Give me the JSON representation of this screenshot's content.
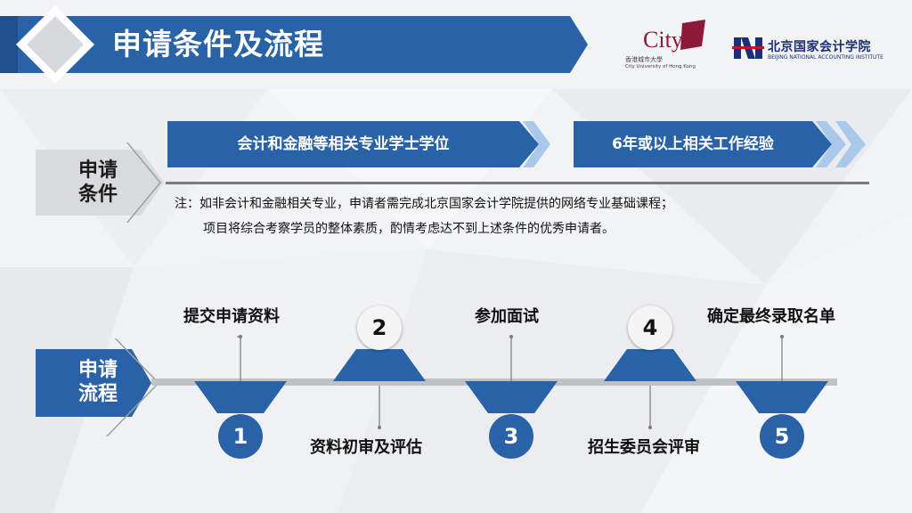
{
  "title": "申请条件及流程",
  "logos": {
    "cityu_wordmark": "CityU",
    "cityu_cn": "香港城市大學",
    "cityu_en": "City University of Hong Kong",
    "bnai_cn": "北京国家会计学院",
    "bnai_en": "BEIJING NATIONAL ACCOUNTING INSTITUTE"
  },
  "conditions": {
    "label_line1": "申请",
    "label_line2": "条件",
    "items": [
      "会计和金融等相关专业学士学位",
      "6年或以上相关工作经验"
    ],
    "note_line1": "注：如非会计和金融相关专业，申请者需完成北京国家会计学院提供的网络专业基础课程；",
    "note_line2": "项目将综合考察学员的整体素质，酌情考虑达不到上述条件的优秀申请者。"
  },
  "process": {
    "label_line1": "申请",
    "label_line2": "流程",
    "steps": [
      {
        "num": "1",
        "label": "提交申请资料"
      },
      {
        "num": "2",
        "label": "资料初审及评估"
      },
      {
        "num": "3",
        "label": "参加面试"
      },
      {
        "num": "4",
        "label": "招生委员会评审"
      },
      {
        "num": "5",
        "label": "确定最终录取名单"
      }
    ]
  },
  "colors": {
    "primary_blue": "#2a62a8",
    "light_blue": "#a9c8ea",
    "text_dark": "#111111"
  }
}
